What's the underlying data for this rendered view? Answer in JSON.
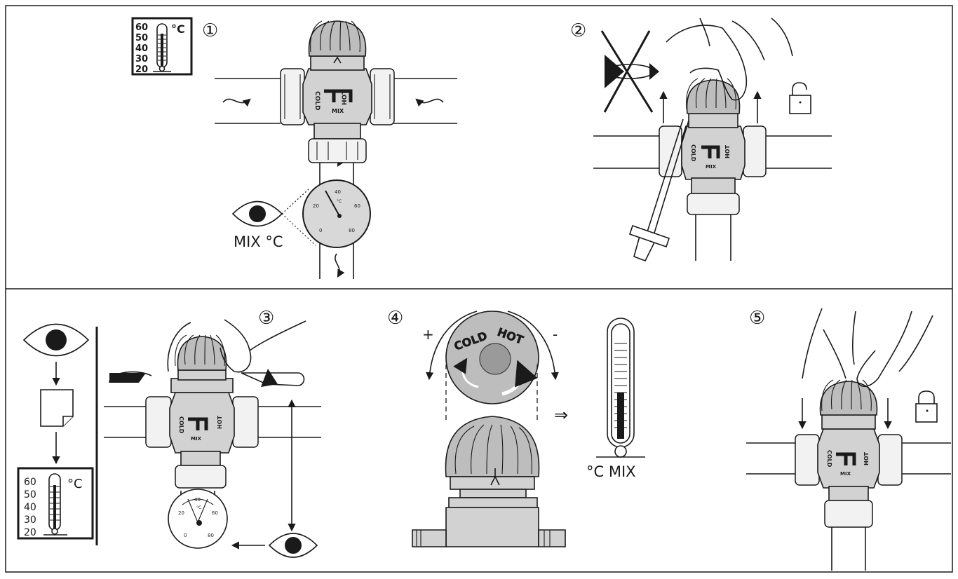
{
  "steps": [
    {
      "num": "①",
      "scale_labels": [
        "60",
        "50",
        "40",
        "30",
        "20"
      ],
      "unit": "°C",
      "valve": {
        "cold": "COLD",
        "hot": "HOT",
        "mix": "MIX"
      },
      "gauge": {
        "unit": "°C",
        "ticks": [
          "0",
          "20",
          "40",
          "60",
          "80"
        ]
      },
      "eye_label": "MIX °C"
    },
    {
      "num": "②",
      "valve": {
        "cold": "COLD",
        "hot": "HOT",
        "mix": "MIX"
      }
    },
    {
      "num": "③",
      "scale_labels": [
        "60",
        "50",
        "40",
        "30",
        "20"
      ],
      "unit": "°C",
      "valve": {
        "cold": "COLD",
        "hot": "HOT",
        "mix": "MIX"
      },
      "gauge": {
        "unit": "°C",
        "ticks": [
          "0",
          "20",
          "40",
          "60",
          "80"
        ]
      }
    },
    {
      "num": "④",
      "plus": "+",
      "minus": "-",
      "knob_cold": "COLD",
      "knob_hot": "HOT",
      "implies": "⇒",
      "thermo_label": "°C MIX"
    },
    {
      "num": "⑤",
      "valve": {
        "cold": "COLD",
        "hot": "HOT",
        "mix": "MIX"
      }
    }
  ]
}
